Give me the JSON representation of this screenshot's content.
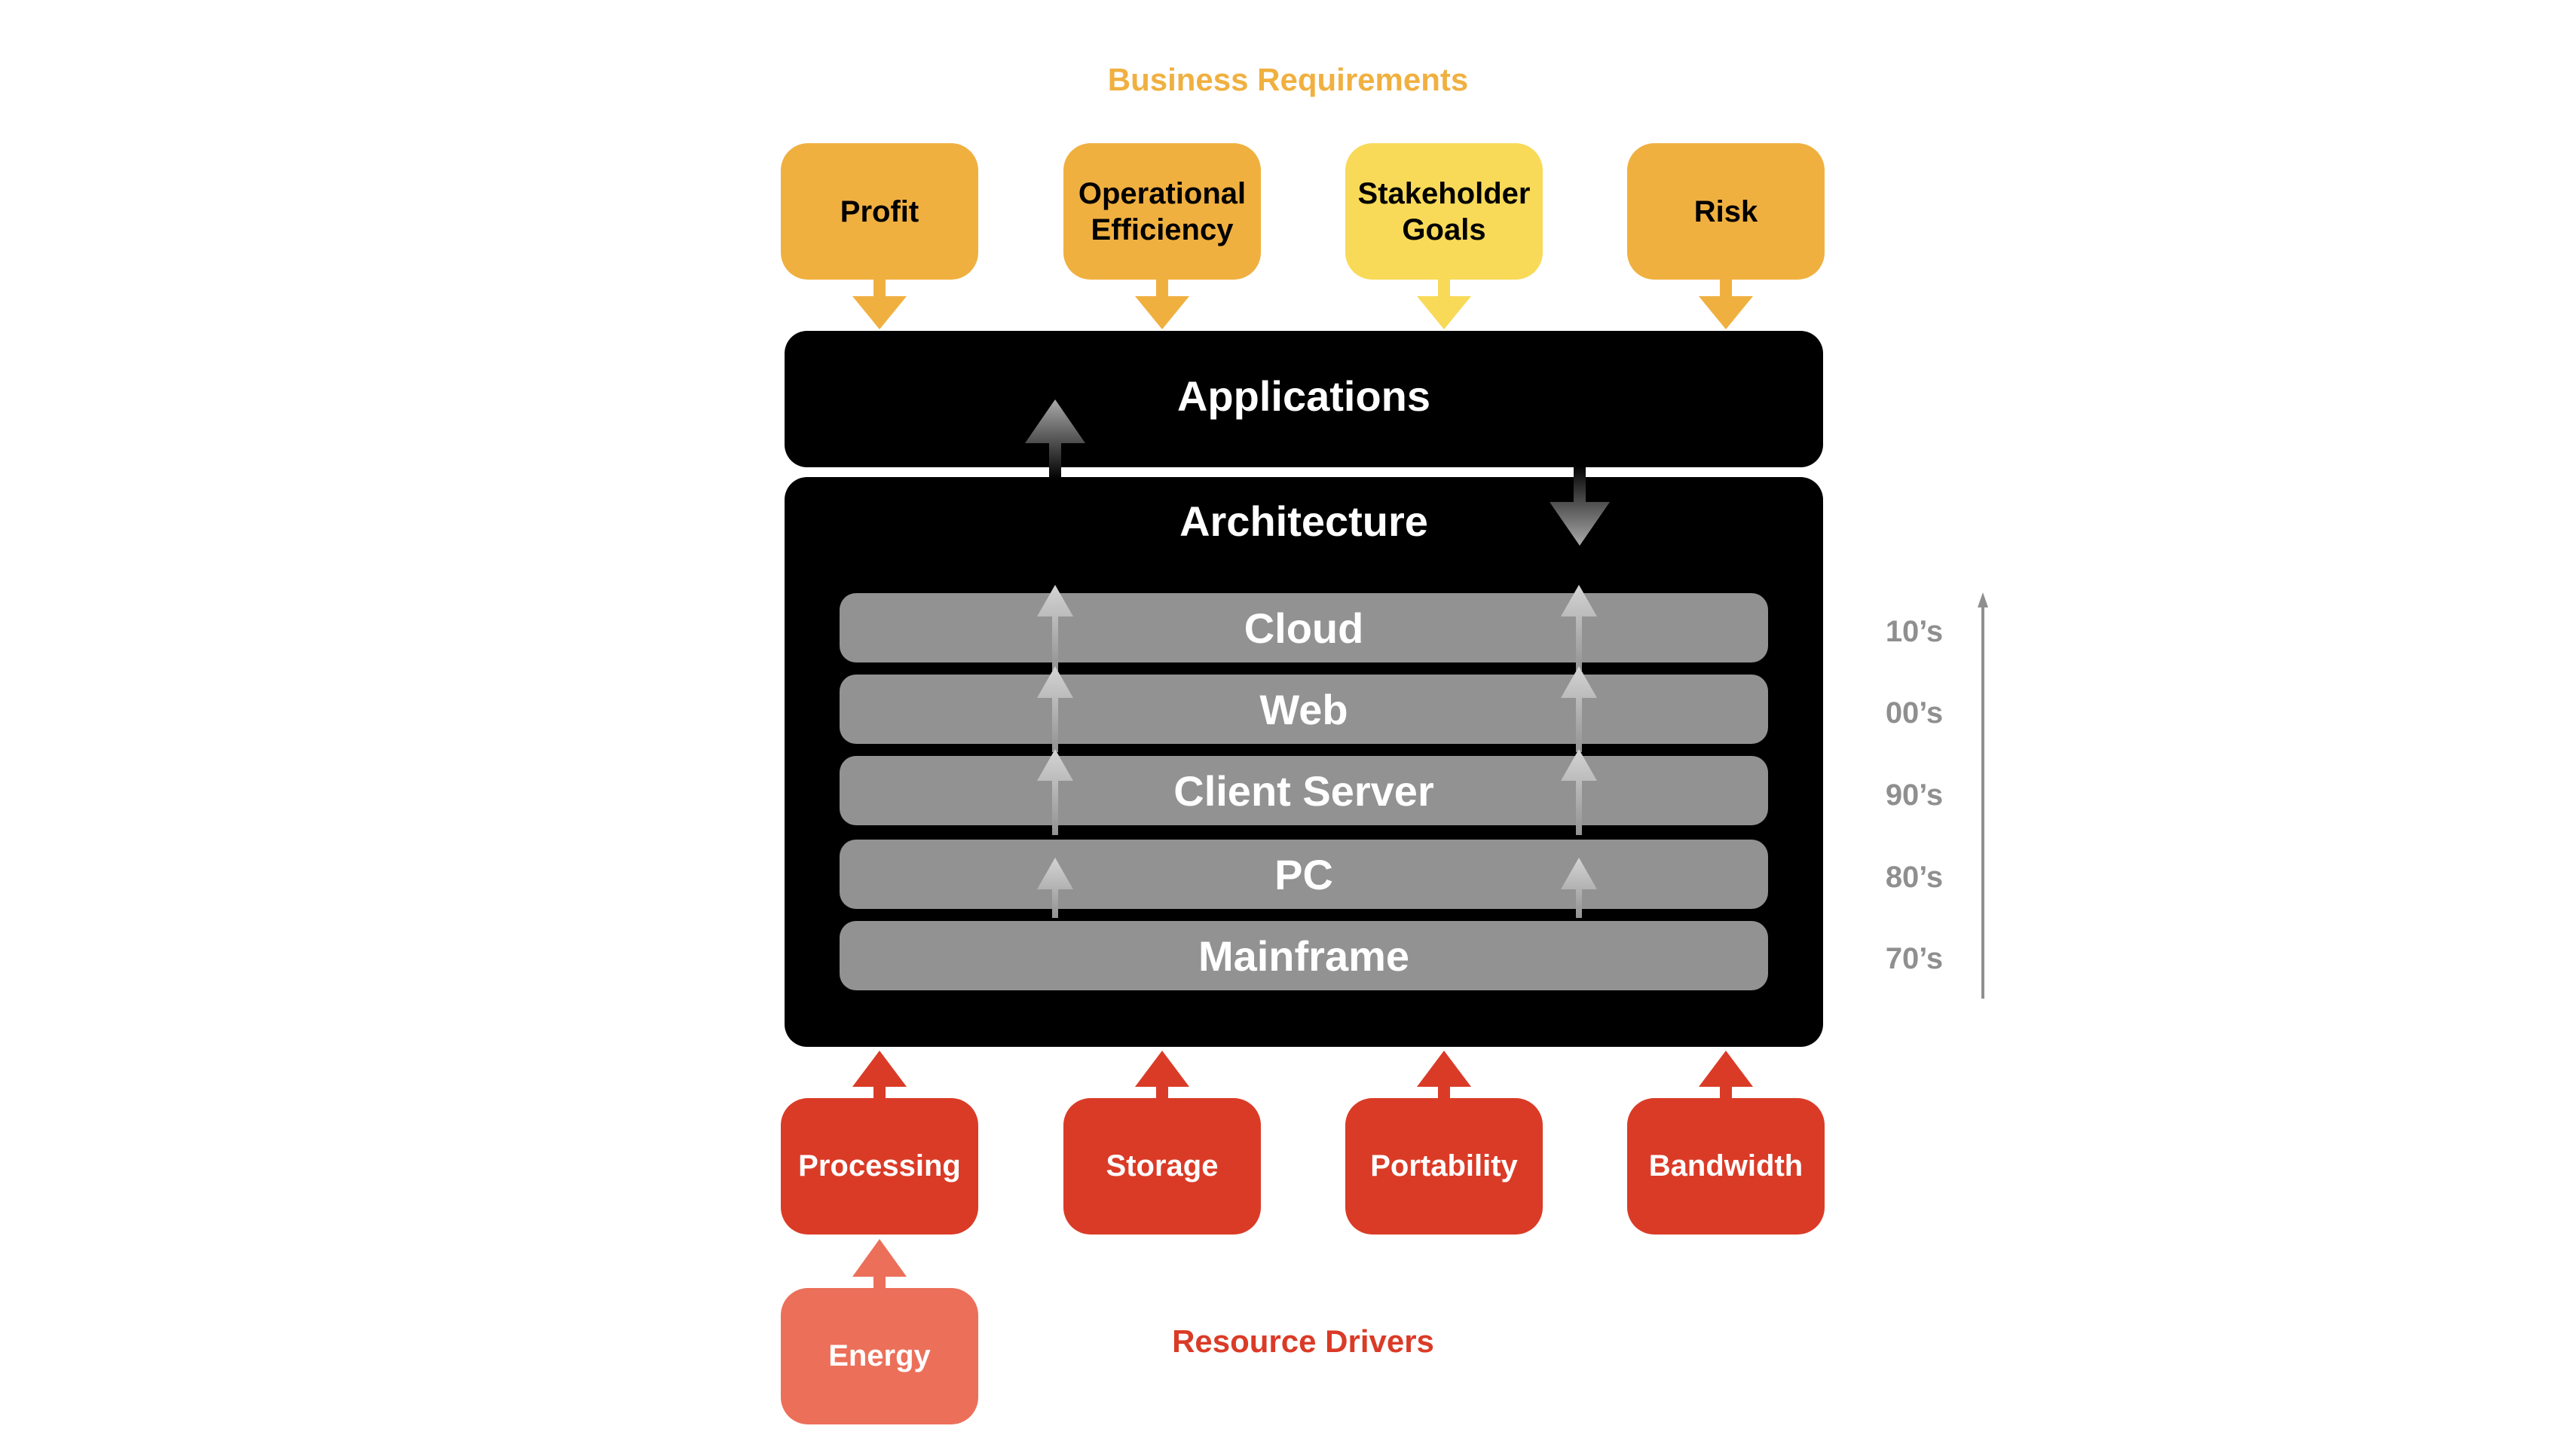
{
  "diagram": {
    "business_requirements": {
      "heading": "Business Requirements",
      "color": "#f0b040",
      "items": [
        {
          "label": "Profit",
          "color": "#f0b040"
        },
        {
          "label": "Operational Efficiency",
          "color": "#f0b040"
        },
        {
          "label": "Stakeholder Goals",
          "color": "#f8da58"
        },
        {
          "label": "Risk",
          "color": "#f0b040"
        }
      ]
    },
    "applications": {
      "label": "Applications"
    },
    "architecture": {
      "label": "Architecture",
      "layers": [
        {
          "label": "Cloud",
          "decade": "10’s"
        },
        {
          "label": "Web",
          "decade": "00’s"
        },
        {
          "label": "Client Server",
          "decade": "90’s"
        },
        {
          "label": "PC",
          "decade": "80’s"
        },
        {
          "label": "Mainframe",
          "decade": "70’s"
        }
      ]
    },
    "resource_drivers": {
      "heading": "Resource Drivers",
      "color": "#da3b27",
      "items": [
        {
          "label": "Processing",
          "color": "#da3b27"
        },
        {
          "label": "Storage",
          "color": "#da3b27"
        },
        {
          "label": "Portability",
          "color": "#da3b27"
        },
        {
          "label": "Bandwidth",
          "color": "#da3b27"
        }
      ],
      "energy": {
        "label": "Energy",
        "color": "#ec6f5a"
      }
    }
  }
}
